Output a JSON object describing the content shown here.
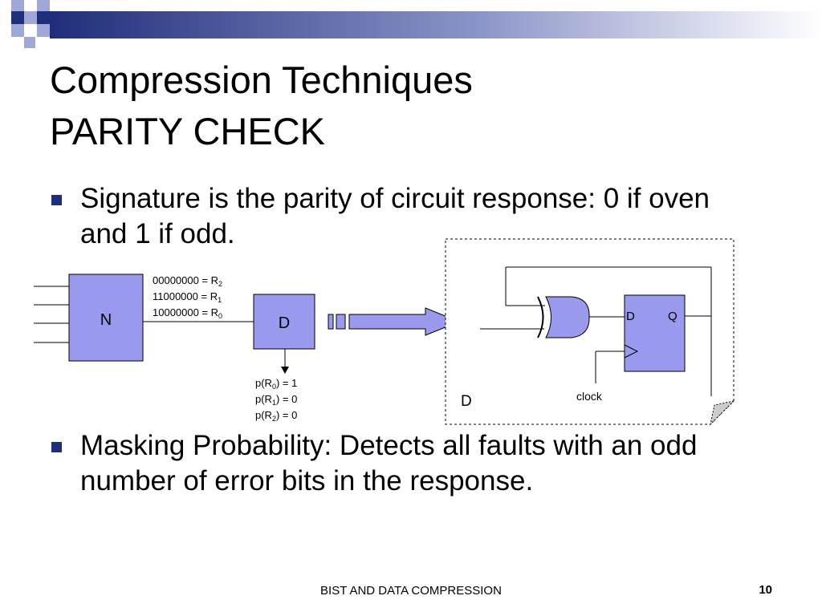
{
  "slide": {
    "title_line1": "Compression Techniques",
    "title_line2": "PARITY CHECK",
    "bullets": [
      {
        "text": "Signature is the parity of circuit response: 0 if oven and 1 if odd."
      },
      {
        "text": "Masking Probability: Detects all faults with an odd number of error bits in the response."
      }
    ]
  },
  "diagram": {
    "block_n": "N",
    "block_d": "D",
    "responses": [
      {
        "bits": "00000000 = R",
        "sub": "2"
      },
      {
        "bits": "11000000 = R",
        "sub": "1"
      },
      {
        "bits": "10000000 = R",
        "sub": "0"
      }
    ],
    "parities": [
      {
        "pre": "p(R",
        "sub": "0",
        "post": ") = 1"
      },
      {
        "pre": "p(R",
        "sub": "1",
        "post": ") = 0"
      },
      {
        "pre": "p(R",
        "sub": "2",
        "post": ") = 0"
      }
    ],
    "detail_label": "D",
    "ff_d": "D",
    "ff_q": "Q",
    "clock_label": "clock"
  },
  "footer": {
    "center": "BIST AND DATA COMPRESSION",
    "page": "10"
  },
  "colors": {
    "arrow_fill": "#9999ee",
    "block_fill": "#9999ee",
    "bullet": "#1f2e7a",
    "decor_dark": "#1f2e7a",
    "decor_light": "#9fa6d8"
  }
}
